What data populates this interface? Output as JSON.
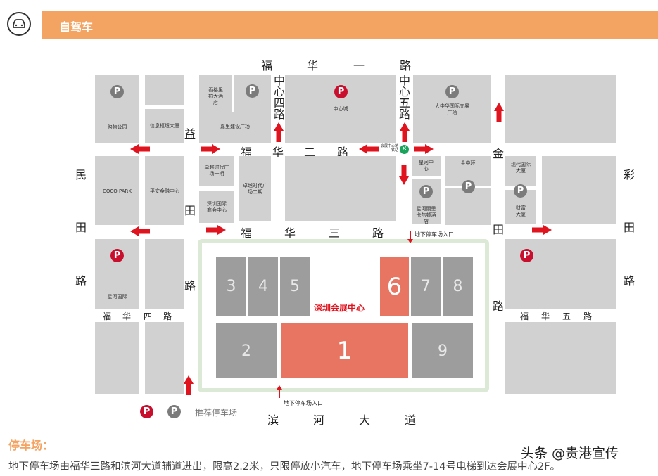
{
  "header": {
    "title": "自驾车",
    "icon": "car-icon",
    "accent": "#f4a462"
  },
  "roads": {
    "fuhua1": [
      "福",
      "华",
      "一",
      "路"
    ],
    "fuhua2": [
      "福",
      "华",
      "二",
      "路"
    ],
    "fuhua3": [
      "福",
      "华",
      "三",
      "路"
    ],
    "fuhua4": [
      "福",
      "华",
      "四",
      "路"
    ],
    "fuhua5": [
      "福",
      "华",
      "五",
      "路"
    ],
    "zhongxin4": "中心四路",
    "zhongxin5": "中心五路",
    "yitian": [
      "益",
      "田",
      "路"
    ],
    "jintian": [
      "金",
      "田",
      "路"
    ],
    "mintian": [
      "民",
      "田",
      "路"
    ],
    "caitian": [
      "彩",
      "田",
      "路"
    ],
    "binhe": [
      "滨",
      "河",
      "大",
      "道"
    ]
  },
  "buildings": {
    "gouwu": "购物公园",
    "xinxi": "信息枢纽大厦",
    "xiangge": "香格里拉大酒店",
    "jiali": "嘉里建设广场",
    "zhongxincheng": "中心城",
    "dazhonghua": "大中华国际交易广场",
    "coco": "COCO PARK",
    "pingan": "平安金融中心",
    "zhuoyue1": "卓越时代广场一期",
    "zhuoyue2": "卓越时代广场二期",
    "shanghui": "深圳国际商会中心",
    "xinghezx": "星河中心",
    "lisi": "星河丽思卡尔顿酒店",
    "jinzhonghuan": "金中环",
    "xiandai": "现代国际大厦",
    "caifu": "财富大厦",
    "xinghegj": "星河国际",
    "metro": "会展中心地铁站"
  },
  "parking_symbol": "P",
  "colors": {
    "recommended_parking": "#c8102e",
    "parking": "#7b7b7b",
    "arrow": "#e0141e",
    "hall_main": "#e87462",
    "hall": "#9d9d9e"
  },
  "halls": {
    "h1": "1",
    "h2": "2",
    "h3": "3",
    "h4": "4",
    "h5": "5",
    "h6": "6",
    "h7": "7",
    "h8": "8",
    "h9": "9"
  },
  "venue": "深圳会展中心",
  "entrance": "地下停车场入口",
  "legend": {
    "label": "推荐停车场"
  },
  "footer": {
    "title": "停车场：",
    "text": "地下停车场由福华三路和滨河大道辅道进出，限高2.2米，只限停放小汽车，地下停车场乘坐7-14号电梯到达会展中心2F。"
  },
  "watermark": "头条 @贵港宣传"
}
